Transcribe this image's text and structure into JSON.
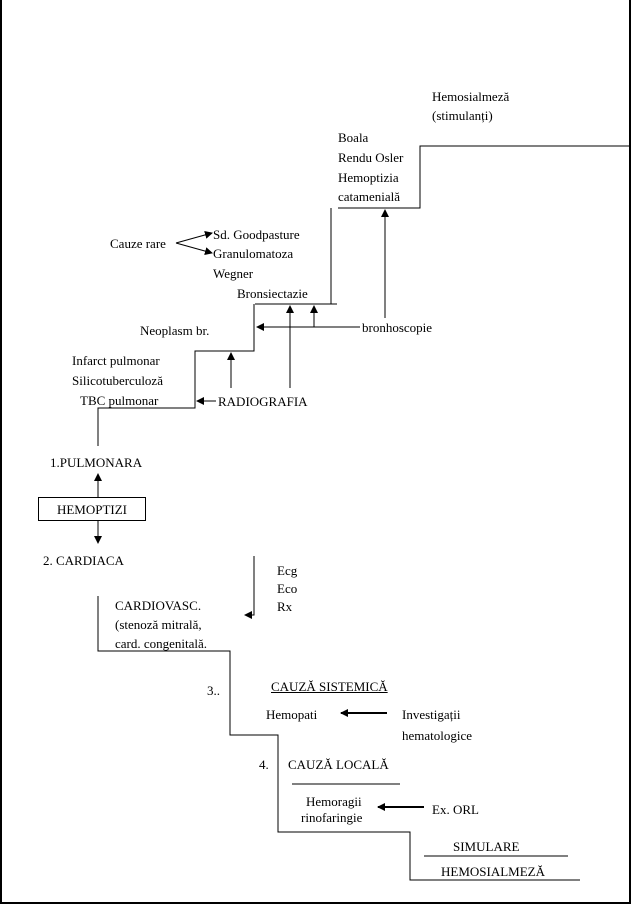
{
  "top": {
    "hemosialmeza": "Hemosialmeză",
    "stimulanti": "(stimulanți)"
  },
  "rare_top": [
    "Boala",
    "Rendu Osler",
    "Hemoptizia",
    "catamenială"
  ],
  "cauze_rare": {
    "label": "Cauze rare",
    "items": [
      "Sd. Goodpasture",
      "Granulomatoza",
      "Wegner"
    ]
  },
  "bronsiectazie": "Bronsiectazie",
  "neoplasm": "Neoplasm br.",
  "bronhoscopie": "bronhoscopie",
  "pulmonary_causes": [
    "Infarct pulmonar",
    "Silicotuberculoză",
    "TBC pulmonar"
  ],
  "radiografia": "RADIOGRAFIA",
  "pulmonara": "1.PULMONARA",
  "hemoptizi": "HEMOPTIZI",
  "cardiaca": "2. CARDIACA",
  "cardio": [
    "CARDIOVASC.",
    "(stenoză mitrală,",
    "card. congenitală."
  ],
  "cardio_tests": [
    "Ecg",
    "Eco",
    "Rx"
  ],
  "sistemica": {
    "number": "3..",
    "title": "CAUZĂ SISTEMICĂ",
    "item": "Hemopati",
    "test": [
      "Investigații",
      "hematologice"
    ]
  },
  "locala": {
    "number": "4.",
    "title": "CAUZĂ LOCALĂ",
    "item": [
      "Hemoragii",
      "rinofaringie"
    ],
    "test": "Ex. ORL"
  },
  "simulare": "SIMULARE",
  "hemosialmeza_bottom": "HEMOSIALMEZĂ"
}
